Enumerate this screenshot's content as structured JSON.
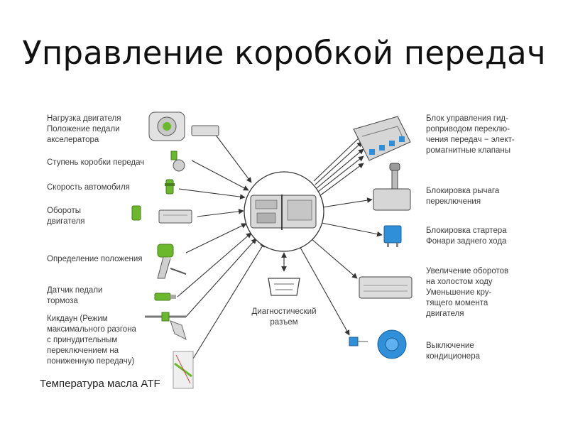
{
  "title": "Управление коробкой передач",
  "inputs": [
    {
      "key": "engine_load",
      "lines": [
        "Нагрузка двигателя",
        "Положение педали",
        "акселератора"
      ],
      "icon": "throttle-body-icon"
    },
    {
      "key": "gear_stage",
      "lines": [
        "Ступень коробки передач"
      ],
      "icon": "gear-sensor-icon"
    },
    {
      "key": "vehicle_speed",
      "lines": [
        "Скорость автомобиля"
      ],
      "icon": "speed-sensor-icon"
    },
    {
      "key": "engine_rpm",
      "lines": [
        "Обороты",
        "двигателя"
      ],
      "icon": "rpm-sensor-icon"
    },
    {
      "key": "position",
      "lines": [
        "Определение положения"
      ],
      "icon": "position-sensor-icon"
    },
    {
      "key": "brake_pedal",
      "lines": [
        "Датчик педали",
        "тормоза"
      ],
      "icon": "brake-sensor-icon"
    },
    {
      "key": "kickdown",
      "lines": [
        "Кикдаун (Режим",
        "максимального разгона",
        "с принудительным",
        "переключением на",
        "пониженную передачу)"
      ],
      "icon": "kickdown-pedal-icon"
    },
    {
      "key": "atf_temp",
      "lines": [
        "Температура масла ATF"
      ],
      "icon": "atf-temp-sensor-icon"
    }
  ],
  "outputs": [
    {
      "key": "hydraulic_unit",
      "lines": [
        "Блок управления гид-",
        "роприводом переклю-",
        "чения передач − элект-",
        "ромагнитные клапаны"
      ],
      "icon": "valve-body-icon"
    },
    {
      "key": "shift_lock",
      "lines": [
        "Блокировка рычага",
        "переключения"
      ],
      "icon": "shift-lever-icon"
    },
    {
      "key": "starter_lock",
      "lines": [
        "Блокировка стартера",
        "Фонари заднего хода"
      ],
      "icon": "relay-icon"
    },
    {
      "key": "idle_up",
      "lines": [
        "Увеличение оборотов",
        "на холостом ходу",
        "Уменьшение кру-",
        "тящего момента",
        "двигателя"
      ],
      "icon": "engine-ecu-icon"
    },
    {
      "key": "ac_off",
      "lines": [
        "Выключение",
        "кондиционера"
      ],
      "icon": "ac-compressor-icon"
    }
  ],
  "diagnostic": {
    "lines": [
      "Диагностический",
      "разъем"
    ],
    "icon": "obd-connector-icon"
  },
  "center": {
    "icon": "transmission-ecu-icon"
  },
  "colors": {
    "green": "#6bb82d",
    "blue": "#2f8fd8",
    "line": "#333333",
    "device": "#dcdcdc"
  }
}
